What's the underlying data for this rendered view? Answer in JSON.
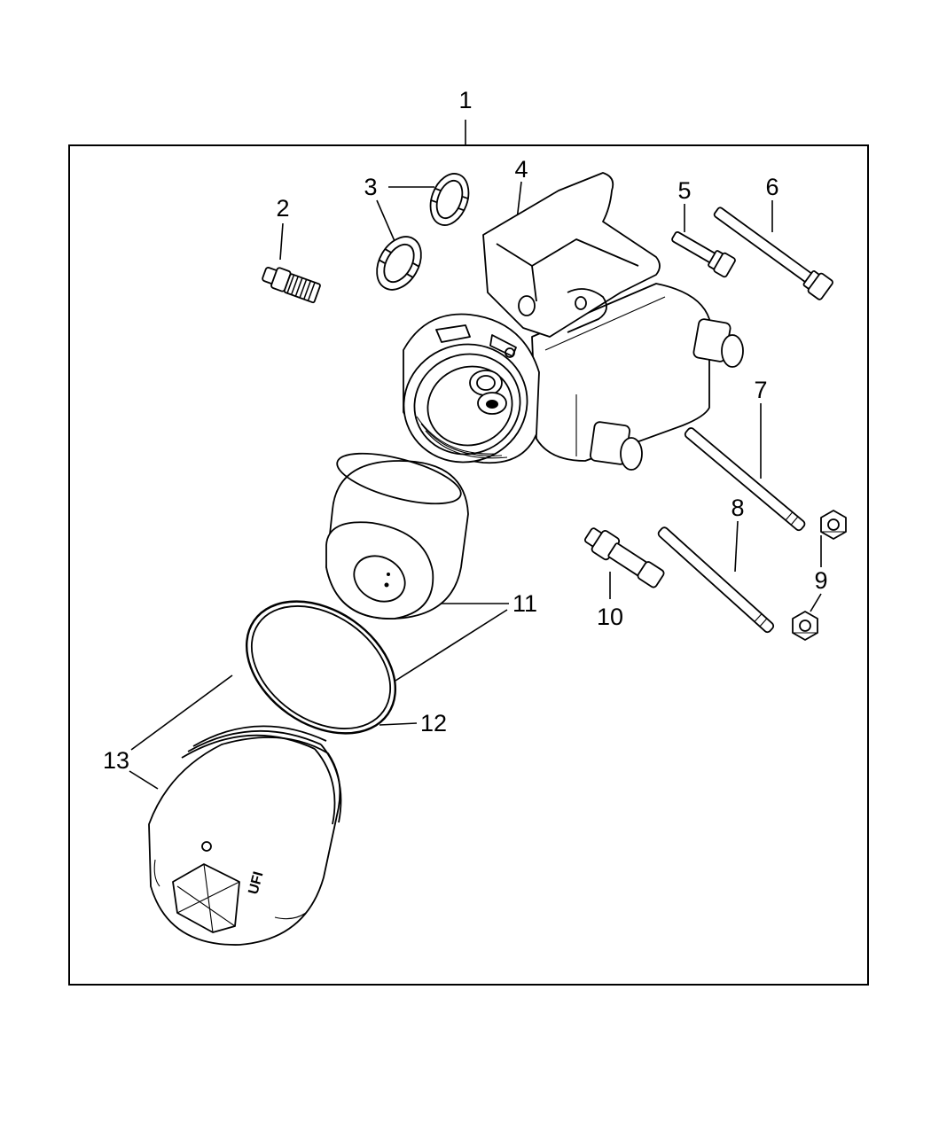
{
  "diagram": {
    "callouts": [
      {
        "id": "c1",
        "label": "1"
      },
      {
        "id": "c2",
        "label": "2"
      },
      {
        "id": "c3",
        "label": "3"
      },
      {
        "id": "c4",
        "label": "4"
      },
      {
        "id": "c5",
        "label": "5"
      },
      {
        "id": "c6",
        "label": "6"
      },
      {
        "id": "c7",
        "label": "7"
      },
      {
        "id": "c8",
        "label": "8"
      },
      {
        "id": "c9",
        "label": "9"
      },
      {
        "id": "c10",
        "label": "10"
      },
      {
        "id": "c11",
        "label": "11"
      },
      {
        "id": "c12",
        "label": "12"
      },
      {
        "id": "c13",
        "label": "13"
      }
    ],
    "cap_marking": "UFI"
  }
}
